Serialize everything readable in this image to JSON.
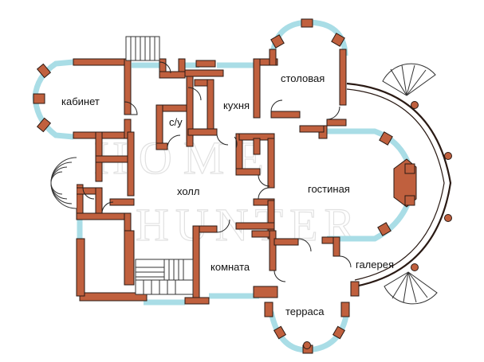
{
  "colors": {
    "wall": "#c0603e",
    "wall_edge": "#2a1a14",
    "window": "#a9dde6",
    "stairs_fill": "#ffffff",
    "stairs_line": "#333333",
    "watermark": "#c9c9c9"
  },
  "rooms": {
    "cabinet": "кабинет",
    "wc": "с/у",
    "kitchen": "кухня",
    "dining": "столовая",
    "hall": "холл",
    "living": "гостиная",
    "room": "комната",
    "gallery": "галерея",
    "terrace": "терраса"
  },
  "watermark": {
    "line1": "HOME",
    "line2": "HUNTER"
  },
  "icons": {
    "stairs": "spiral-stairs-icon",
    "door": "door-swing-icon"
  }
}
